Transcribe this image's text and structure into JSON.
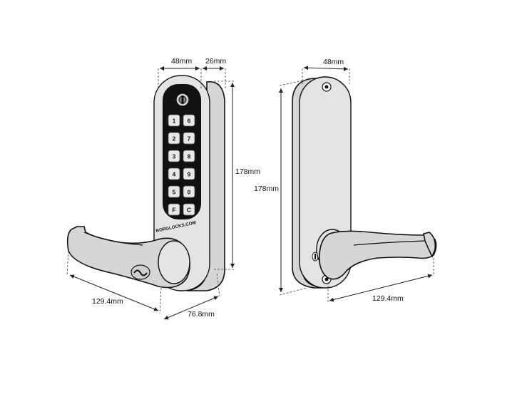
{
  "front_view": {
    "dim_width": "48mm",
    "dim_depth_top": "26mm",
    "dim_height": "178mm",
    "dim_lever": "129.4mm",
    "dim_depth_bottom": "76.8mm",
    "brand": "BORGLOCKS.COM",
    "keys_left": [
      "1",
      "2",
      "3",
      "4",
      "5",
      "F"
    ],
    "keys_right": [
      "6",
      "7",
      "8",
      "9",
      "0",
      "C"
    ]
  },
  "back_view": {
    "dim_width": "48mm",
    "dim_height": "178mm",
    "dim_lever": "129.4mm"
  },
  "colors": {
    "body": "#d6d6d6",
    "keypad": "#111111",
    "key": "#e8e8e8"
  }
}
